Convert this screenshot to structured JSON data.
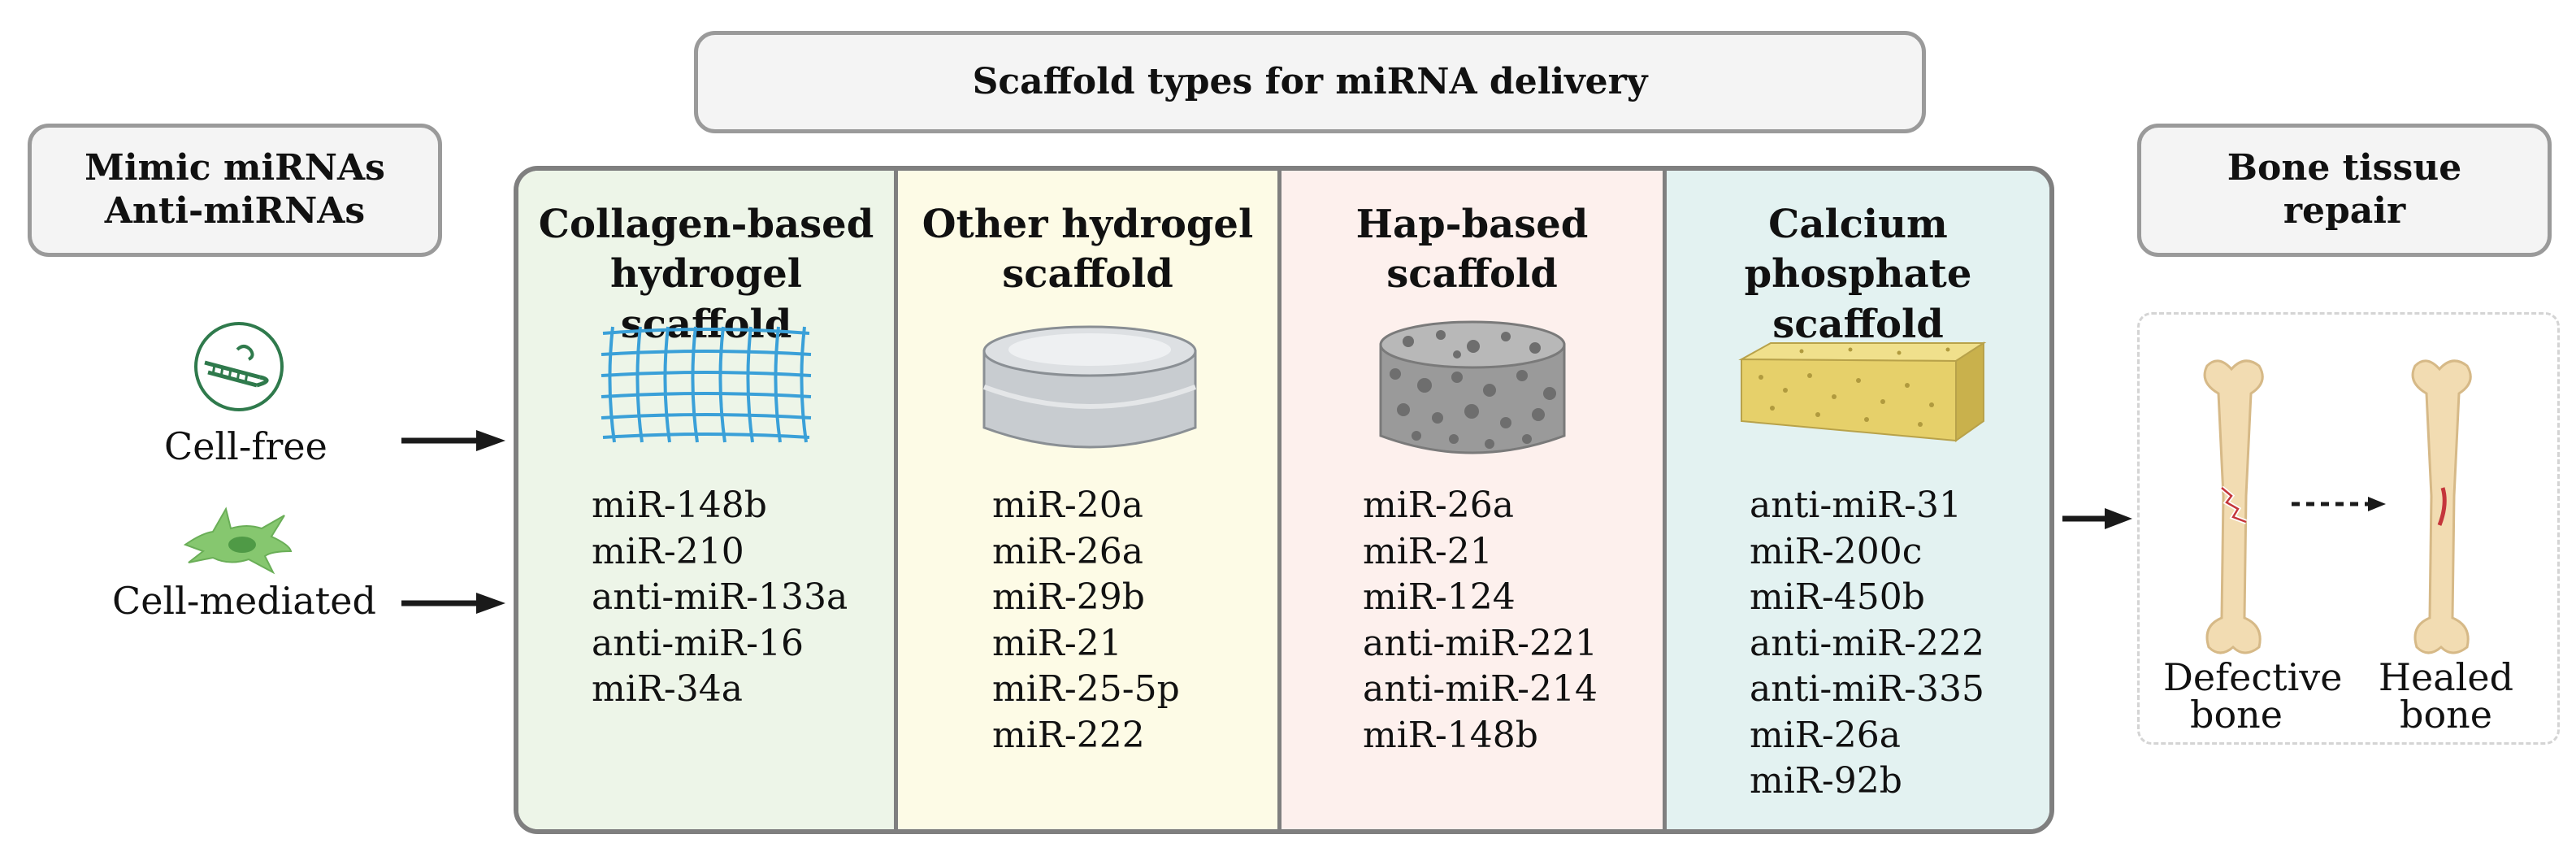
{
  "header": {
    "title": "Scaffold types for miRNA delivery"
  },
  "input": {
    "box_lines": [
      "Mimic miRNAs",
      "Anti-miRNAs"
    ],
    "cell_free_label": "Cell-free",
    "cell_mediated_label": "Cell-mediated",
    "icons": [
      "mirna-icon",
      "cell-icon"
    ]
  },
  "output": {
    "box_lines": [
      "Bone tissue",
      "repair"
    ],
    "defective_lines": [
      "Defective",
      "bone"
    ],
    "healed_lines": [
      "Healed",
      "bone"
    ],
    "icons": [
      "defective-bone-icon",
      "healed-bone-icon"
    ]
  },
  "scaffolds": [
    {
      "heading_lines": [
        "Collagen-based",
        "hydrogel scaffold"
      ],
      "bg": "#edf5e8",
      "illustration": "collagen-mesh-icon",
      "mirnas": [
        "miR-148b",
        "miR-210",
        "anti-miR-133a",
        "anti-miR-16",
        "miR-34a"
      ]
    },
    {
      "heading_lines": [
        "Other hydrogel",
        "scaffold"
      ],
      "bg": "#fdfbe6",
      "illustration": "hydrogel-disc-icon",
      "mirnas": [
        "miR-20a",
        "miR-26a",
        "miR-29b",
        "miR-21",
        "miR-25-5p",
        "miR-222"
      ]
    },
    {
      "heading_lines": [
        "Hap-based",
        "scaffold"
      ],
      "bg": "#fdf0ed",
      "illustration": "porous-hap-cylinder-icon",
      "mirnas": [
        "miR-26a",
        "miR-21",
        "miR-124",
        "anti-miR-221",
        "anti-miR-214",
        "miR-148b"
      ]
    },
    {
      "heading_lines": [
        "Calcium phosphate",
        "scaffold"
      ],
      "bg": "#e3f2f1",
      "illustration": "calcium-phosphate-block-icon",
      "mirnas": [
        "anti-miR-31",
        "miR-200c",
        "miR-450b",
        "anti-miR-222",
        "anti-miR-335",
        "miR-26a",
        "miR-92b"
      ]
    }
  ],
  "colors": {
    "box_border": "#9a9a9a",
    "panel_border": "#7f7f7f",
    "mesh": "#3aa0d8",
    "cell": "#7cc36a",
    "bone": "#f2dcb2",
    "fracture": "#c4363b"
  }
}
